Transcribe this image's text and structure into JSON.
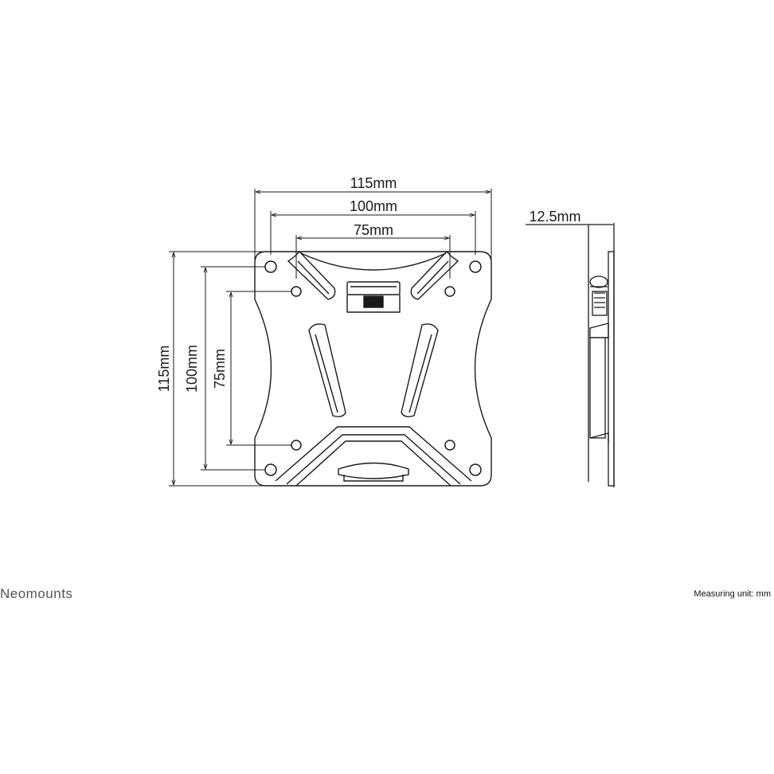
{
  "dimensions": {
    "width_outer": "115mm",
    "width_mid": "100mm",
    "width_inner": "75mm",
    "height_outer": "115mm",
    "height_mid": "100mm",
    "height_inner": "75mm",
    "depth": "12.5mm"
  },
  "footer": {
    "brand": "Neomounts",
    "unit_note": "Measuring unit: mm"
  }
}
